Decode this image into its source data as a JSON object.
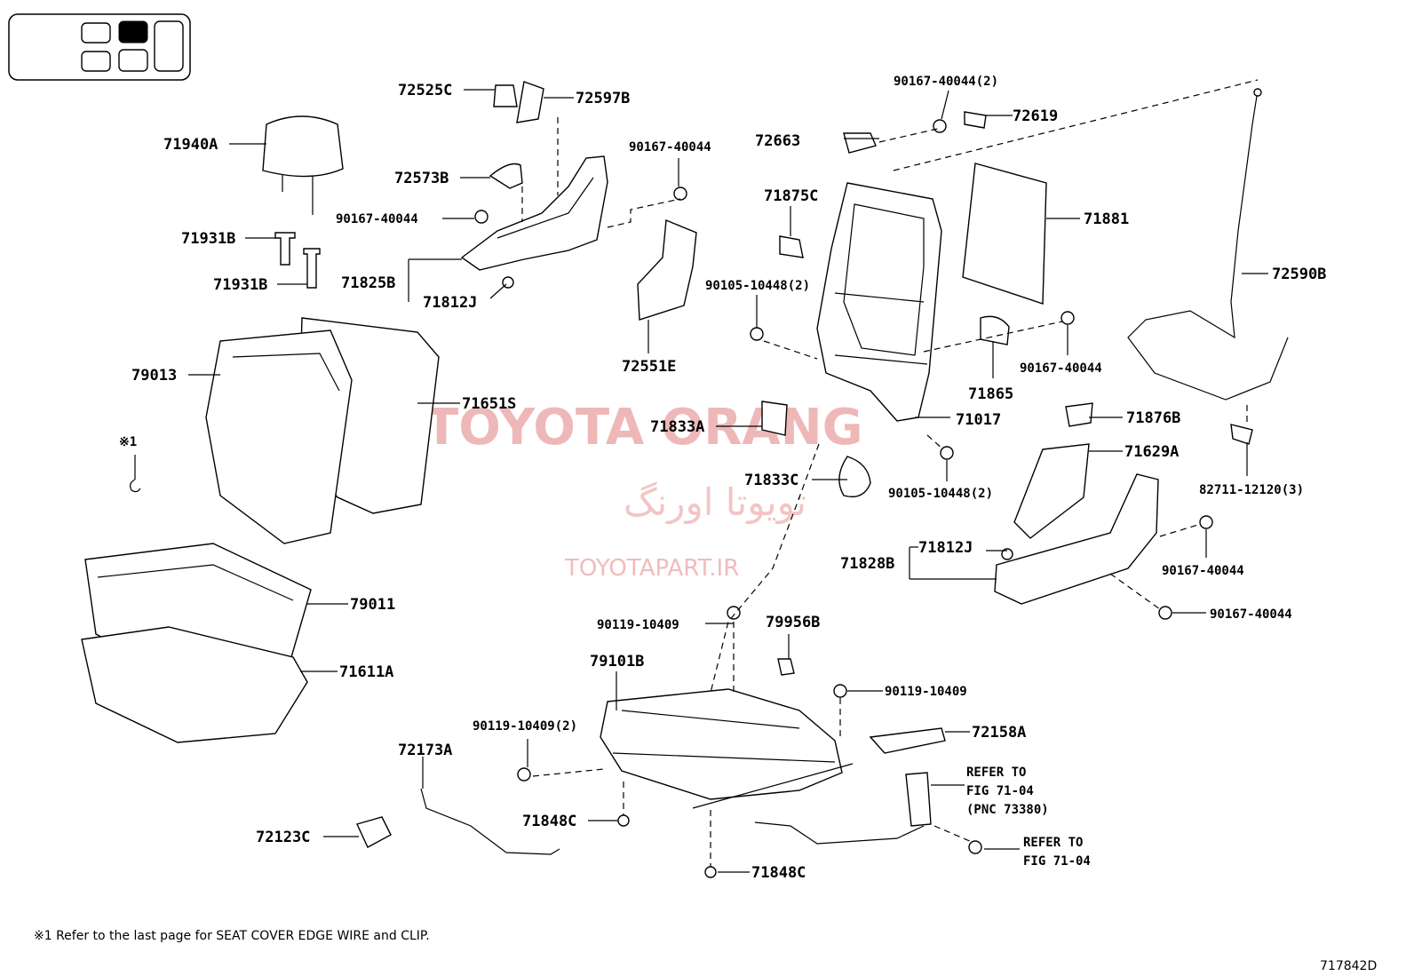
{
  "labels": {
    "p72525C": "72525C",
    "p72597B": "72597B",
    "p71940A": "71940A",
    "p72573B": "72573B",
    "p90167_a": "90167-40044",
    "p90167_b": "90167-40044",
    "p71931B_a": "71931B",
    "p71931B_b": "71931B",
    "p71825B": "71825B",
    "p71812J_a": "71812J",
    "p72551E": "72551E",
    "p71875C": "71875C",
    "p90105_a": "90105-10448(2)",
    "p90167_2": "90167-40044(2)",
    "p72663": "72663",
    "p72619": "72619",
    "p71881": "71881",
    "p72590B": "72590B",
    "p90167_c": "90167-40044",
    "p71865": "71865",
    "p71017": "71017",
    "p79013": "79013",
    "p71651S": "71651S",
    "p71833A": "71833A",
    "p71833C": "71833C",
    "p90105_b": "90105-10448(2)",
    "p71876B": "71876B",
    "p71629A": "71629A",
    "p82711": "82711-12120(3)",
    "p71812J_b": "71812J",
    "p71828B": "71828B",
    "p90167_d": "90167-40044",
    "p90167_e": "90167-40044",
    "p79011": "79011",
    "p71611A": "71611A",
    "p90119_a": "90119-10409",
    "p79956B": "79956B",
    "p79101B": "79101B",
    "p90119_b": "90119-10409",
    "p72158A": "72158A",
    "p90119_2": "90119-10409(2)",
    "p72173A": "72173A",
    "p71848C_a": "71848C",
    "p71848C_b": "71848C",
    "p72123C": "72123C",
    "note1_mark": "※1"
  },
  "refers": {
    "r1_l1": "REFER TO",
    "r1_l2": "FIG 71-04",
    "r1_l3": "(PNC 73380)",
    "r2_l1": "REFER TO",
    "r2_l2": "FIG 71-04"
  },
  "watermark": {
    "brand": "TOYOTA ORANG",
    "persian": "تویوتا اورنگ",
    "site": "TOYOTAPART.IR"
  },
  "footer": {
    "note": "※1  Refer to the last page for SEAT COVER EDGE WIRE and CLIP.",
    "figure_code": "717842D"
  },
  "seat_selector": {
    "cells": 5,
    "active_cell": "top-middle"
  },
  "colors": {
    "line": "#000000",
    "watermark": "#e48a8a"
  }
}
